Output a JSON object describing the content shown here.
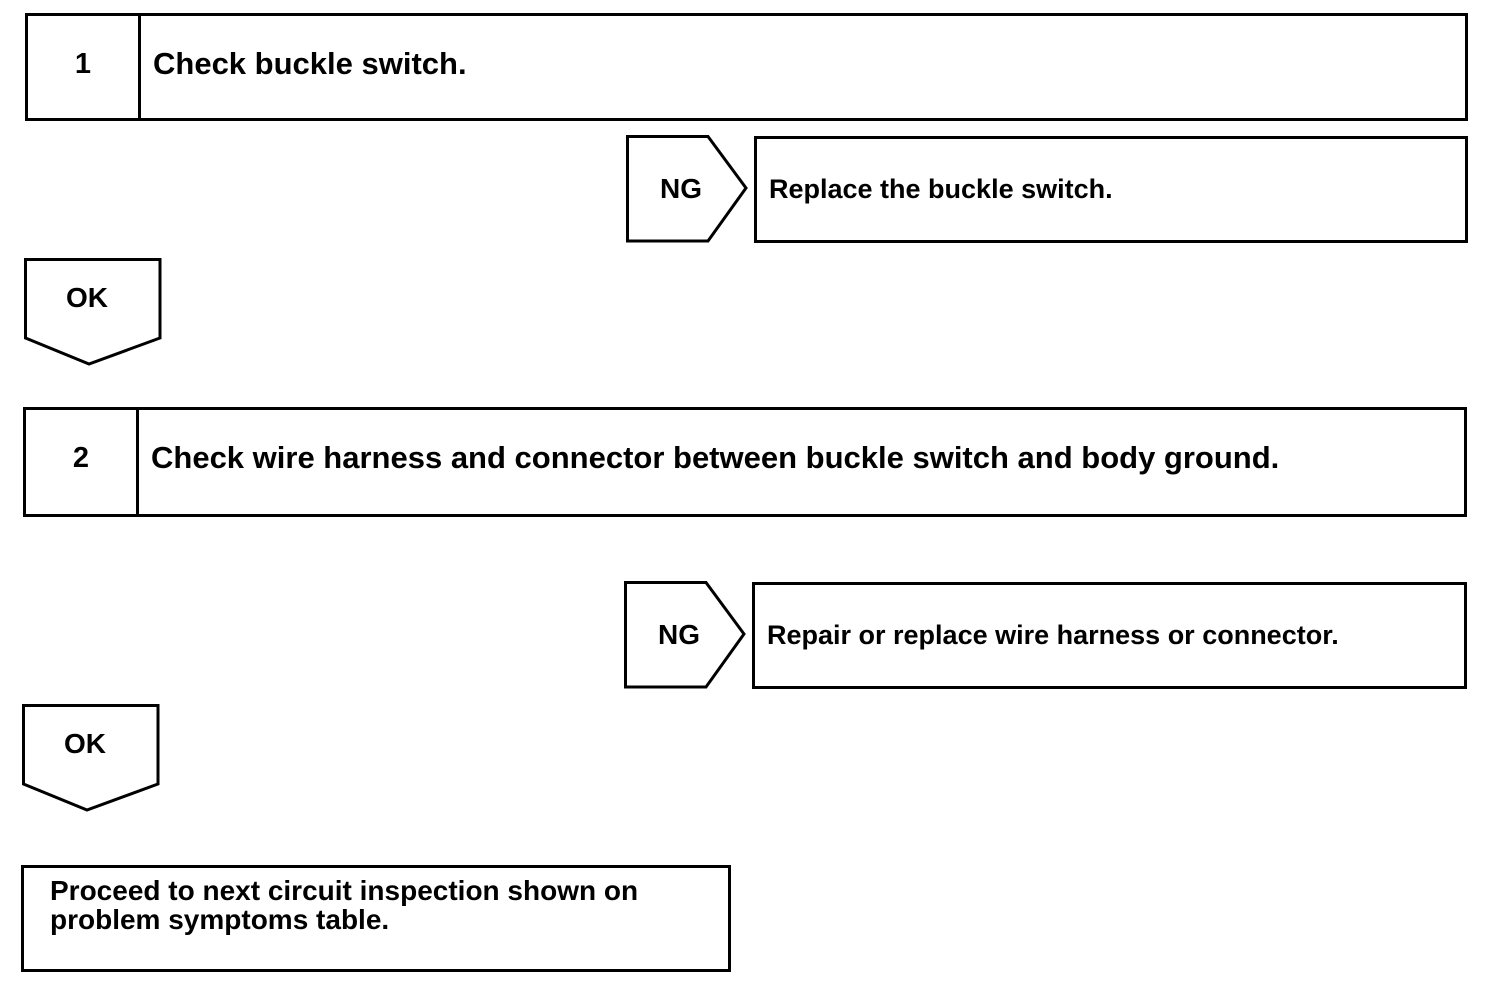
{
  "steps": [
    {
      "number": "1",
      "text": "Check buckle switch."
    },
    {
      "number": "2",
      "text": "Check wire harness and connector between buckle switch and body ground."
    }
  ],
  "branches": [
    {
      "ng_label": "NG",
      "action": "Replace the buckle switch.",
      "ok_label": "OK"
    },
    {
      "ng_label": "NG",
      "action": "Repair or replace wire harness or connector.",
      "ok_label": "OK"
    }
  ],
  "final": {
    "line1": "Proceed to next circuit inspection shown on",
    "line2": "problem symptoms table."
  }
}
